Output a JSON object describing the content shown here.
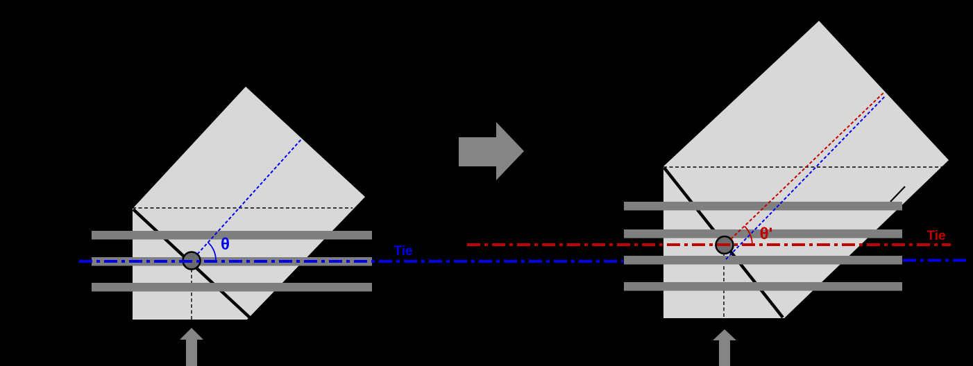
{
  "colors": {
    "background": "#000000",
    "sample_fill": "#d8d8d8",
    "bar": "#7f7f7f",
    "arrow": "#858585",
    "pivot_fill": "#6b6b6b",
    "outline": "#000000",
    "blue": "#0000ee",
    "red": "#c10000"
  },
  "left_panel": {
    "angle_label": "θ",
    "tie_label": "Tie"
  },
  "right_panel": {
    "angle_label": "θ'",
    "tie_label": "Tie"
  }
}
